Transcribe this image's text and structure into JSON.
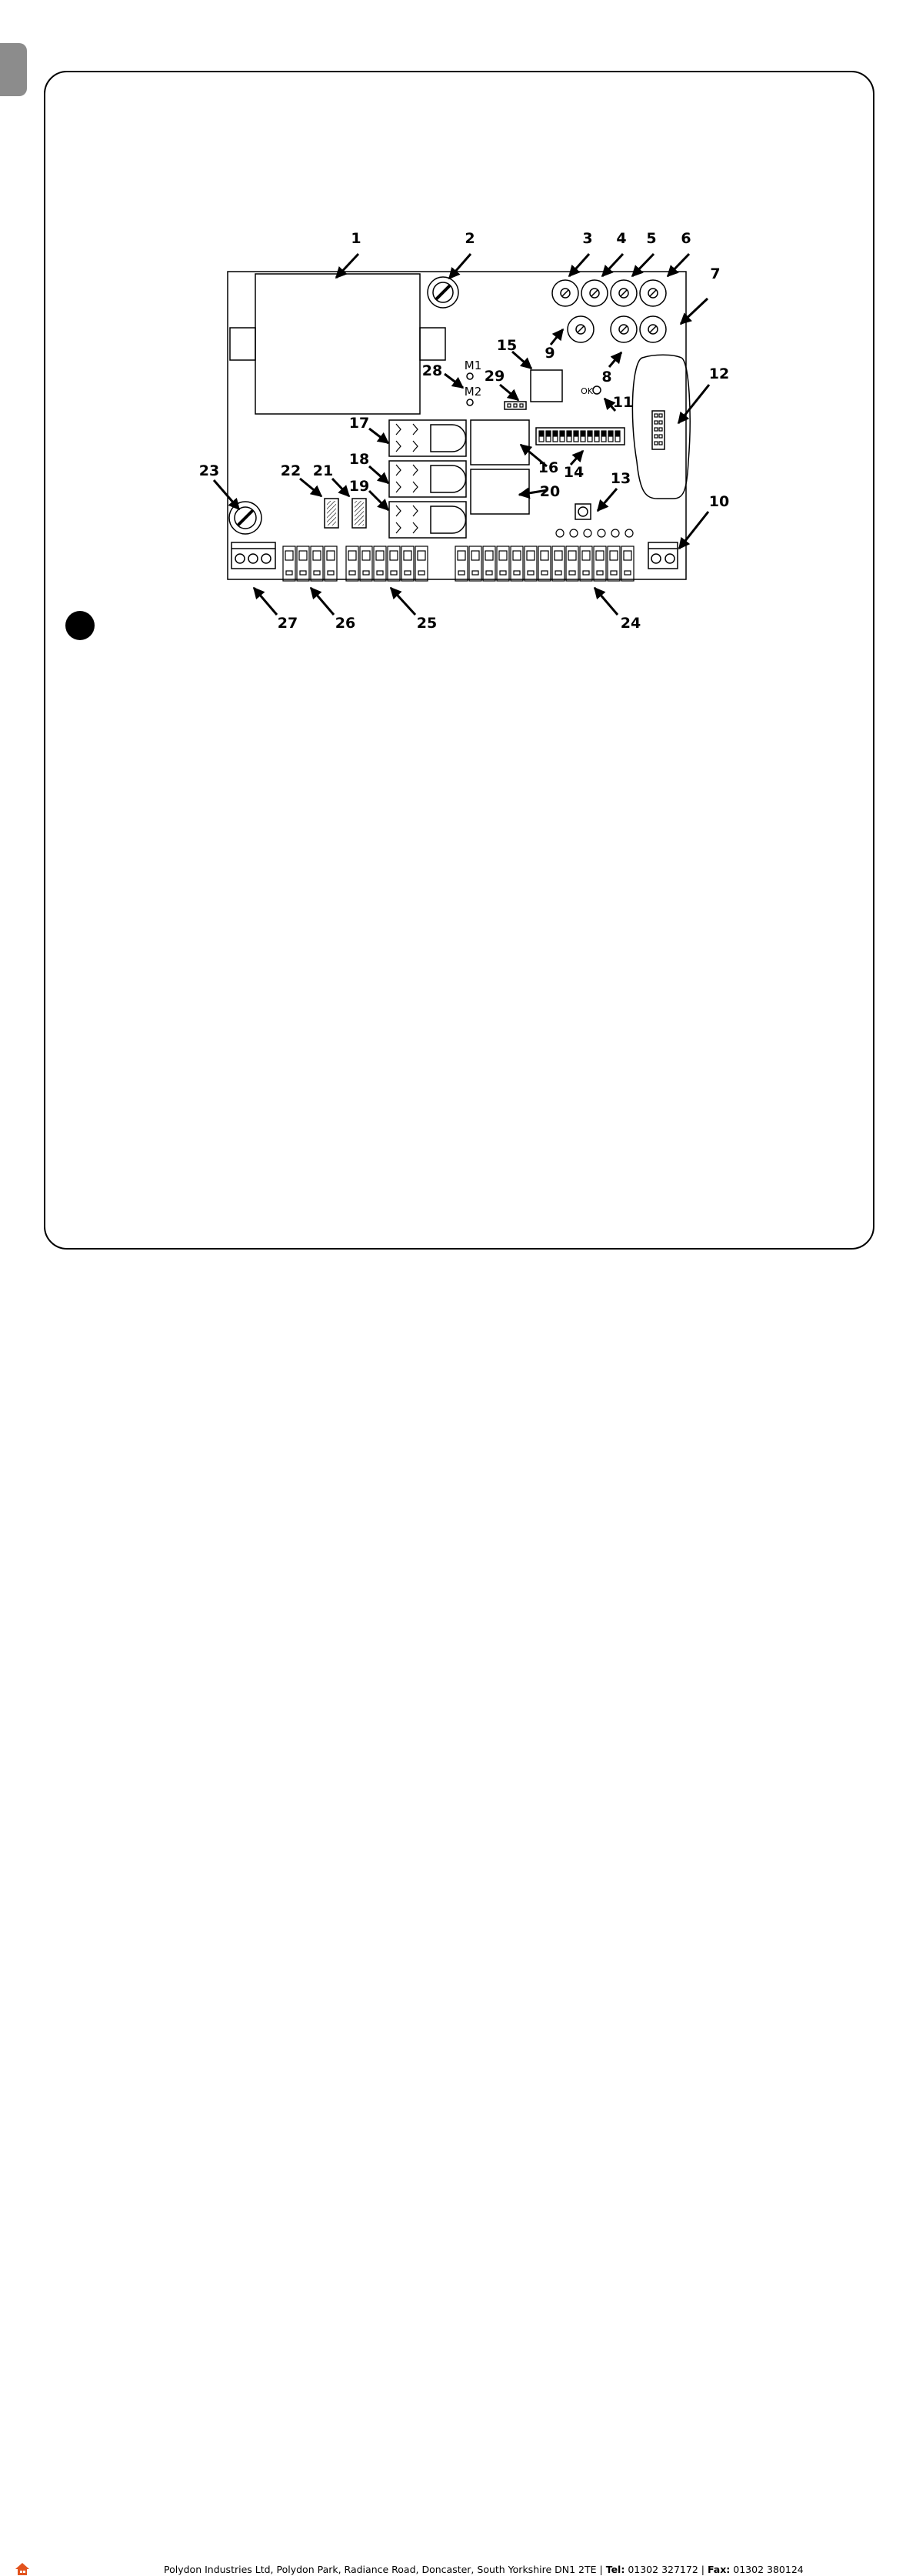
{
  "callouts": [
    "1",
    "2",
    "3",
    "4",
    "5",
    "6",
    "7",
    "8",
    "9",
    "10",
    "11",
    "12",
    "13",
    "14",
    "15",
    "16",
    "17",
    "18",
    "19",
    "20",
    "21",
    "22",
    "23",
    "24",
    "25",
    "26",
    "27",
    "28",
    "29"
  ],
  "board_text": {
    "m1": "M1",
    "m2": "M2",
    "ok": "OK"
  },
  "footer": {
    "company": "Polydon Industries Ltd, Polydon Park, Radiance Road, Doncaster, South Yorkshire DN1 2TE",
    "sep1": "|",
    "tel_label": "Tel:",
    "tel_value": "01302 327172",
    "sep2": "|",
    "fax_label": "Fax:",
    "fax_value": "01302 380124"
  },
  "colors": {
    "side_tab": "#8c8c8c",
    "home_icon": "#e2531d"
  },
  "icons": {
    "home": "home-icon"
  }
}
